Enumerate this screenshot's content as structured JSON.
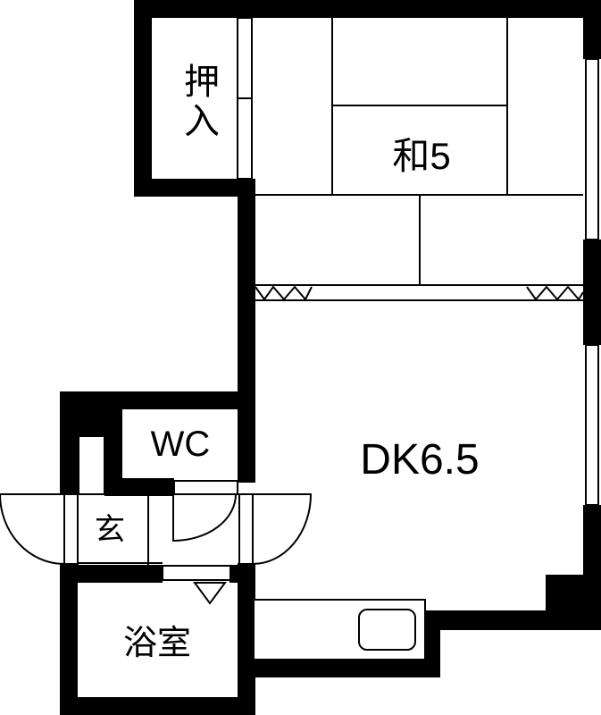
{
  "floor_plan": {
    "colors": {
      "wall": "#000000",
      "background": "#ffffff"
    },
    "rooms": [
      {
        "id": "oshiire",
        "label": "押入",
        "meaning": "closet"
      },
      {
        "id": "washitsu",
        "label": "和5",
        "meaning": "Japanese-style room 5 tatami"
      },
      {
        "id": "dk",
        "label": "DK6.5",
        "meaning": "dining kitchen 6.5 tatami"
      },
      {
        "id": "wc",
        "label": "WC"
      },
      {
        "id": "genkan",
        "label": "玄",
        "meaning": "entrance"
      },
      {
        "id": "bath",
        "label": "浴室",
        "meaning": "bathroom"
      }
    ]
  }
}
